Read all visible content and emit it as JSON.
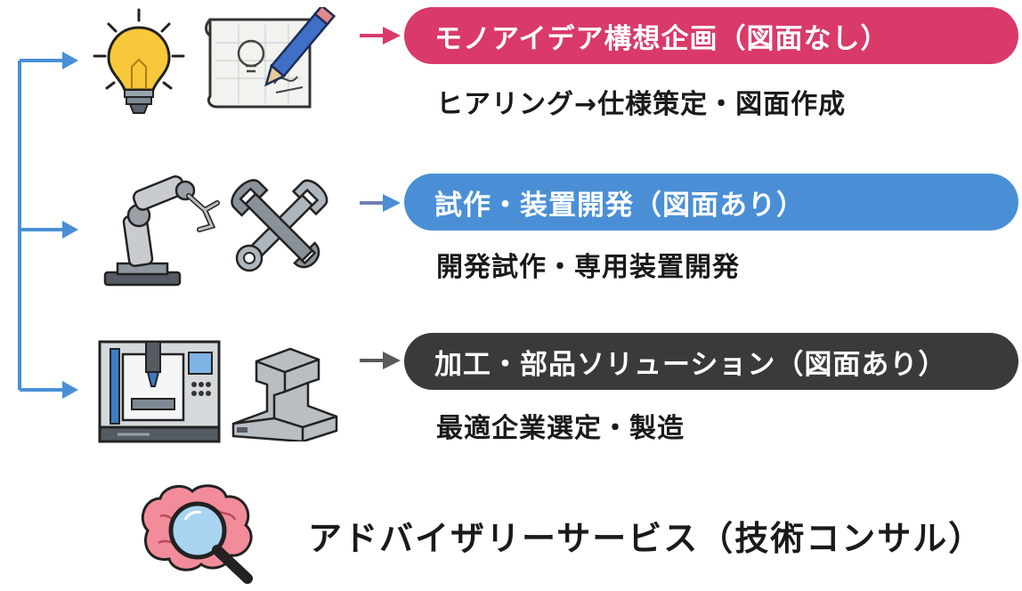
{
  "services": [
    {
      "title": "モノアイデア構想企画（図面なし）",
      "subtitle": "ヒアリング→仕様策定・図面作成",
      "color": "#d93a6a"
    },
    {
      "title": "試作・装置開発（図面あり）",
      "subtitle": "開発試作・専用装置開発",
      "color": "#4a8fd6"
    },
    {
      "title": "加工・部品ソリューション（図面あり）",
      "subtitle": "最適企業選定・製造",
      "color": "#3a3a3a"
    }
  ],
  "advisory": {
    "label": "アドバイザリーサービス（技術コンサル）"
  },
  "icons": [
    "lightbulb-icon",
    "blueprint-pencil-icon",
    "robot-arm-icon",
    "wrenches-icon",
    "cnc-machine-icon",
    "steel-rail-icon",
    "brain-magnifier-icon"
  ],
  "colors": {
    "left_bracket": "#4a8fd6",
    "right_bracket_top": "#d93a6a",
    "right_bracket_bottom": "#5a5a5a"
  }
}
